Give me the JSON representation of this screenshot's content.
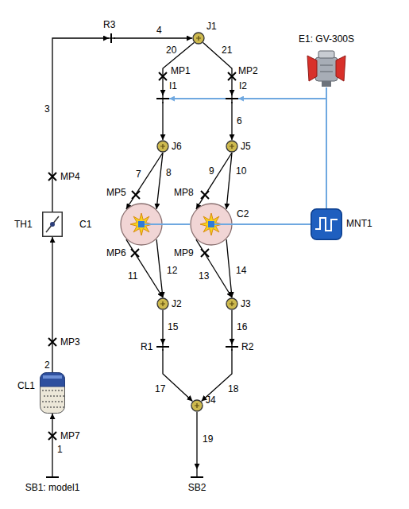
{
  "diagram": {
    "nodes": [
      {
        "text": [
          "SB1: model1"
        ]
      },
      {
        "text": [
          "CL1"
        ]
      },
      {
        "text": [
          "TH1"
        ]
      },
      {
        "text": [
          "R3"
        ]
      },
      {
        "text": [
          "J1"
        ]
      },
      {
        "text": [
          "I1"
        ]
      },
      {
        "text": [
          "I2"
        ]
      },
      {
        "text": [
          "J6"
        ]
      },
      {
        "text": [
          "J5"
        ]
      },
      {
        "text": [
          "C1"
        ]
      },
      {
        "text": [
          "C2"
        ]
      },
      {
        "text": [
          "J2"
        ]
      },
      {
        "text": [
          "J3"
        ]
      },
      {
        "text": [
          "R1"
        ]
      },
      {
        "text": [
          "R2"
        ]
      },
      {
        "text": [
          "J4"
        ]
      },
      {
        "text": [
          "SB2"
        ]
      },
      {
        "text": [
          "E1: GV-300S"
        ]
      },
      {
        "text": [
          "MNT1"
        ]
      }
    ],
    "edges": [
      {
        "from": 0,
        "to": 1,
        "arrow": "to",
        "label": "1"
      },
      {
        "from": 1,
        "to": 2,
        "arrow": "to",
        "label": "2"
      },
      {
        "from": 2,
        "to": 3,
        "arrow": "to",
        "label": "3"
      },
      {
        "from": 3,
        "to": 4,
        "arrow": "to",
        "label": "4"
      },
      {
        "from": 4,
        "to": 5,
        "arrow": "to",
        "label": "20"
      },
      {
        "from": 4,
        "to": 6,
        "arrow": "to",
        "label": "21"
      },
      {
        "from": 5,
        "to": 7,
        "arrow": "to"
      },
      {
        "from": 6,
        "to": 8,
        "arrow": "to",
        "label": "6"
      },
      {
        "from": 7,
        "to": 9,
        "arrow": "to",
        "label": "7"
      },
      {
        "from": 7,
        "to": 9,
        "arrow": "to",
        "label": "8"
      },
      {
        "from": 8,
        "to": 10,
        "arrow": "to",
        "label": "9"
      },
      {
        "from": 8,
        "to": 10,
        "arrow": "to",
        "label": "10"
      },
      {
        "from": 9,
        "to": 11,
        "arrow": "to",
        "label": "11"
      },
      {
        "from": 9,
        "to": 11,
        "arrow": "to",
        "label": "12"
      },
      {
        "from": 10,
        "to": 12,
        "arrow": "to",
        "label": "13"
      },
      {
        "from": 10,
        "to": 12,
        "arrow": "to",
        "label": "14"
      },
      {
        "from": 11,
        "to": 13,
        "arrow": "to",
        "label": "15"
      },
      {
        "from": 12,
        "to": 14,
        "arrow": "to",
        "label": "16"
      },
      {
        "from": 13,
        "to": 15,
        "arrow": "to",
        "label": "17"
      },
      {
        "from": 14,
        "to": 15,
        "arrow": "to",
        "label": "18"
      },
      {
        "from": 15,
        "to": 16,
        "arrow": "to",
        "label": "19"
      },
      {
        "from": 17,
        "to": 6,
        "arrow": "to"
      },
      {
        "from": 17,
        "to": 5,
        "arrow": "to"
      },
      {
        "from": 18,
        "to": 17,
        "arrow": "none"
      },
      {
        "from": 9,
        "to": 10,
        "arrow": "none"
      },
      {
        "from": 10,
        "to": 18,
        "arrow": "none"
      }
    ],
    "labels": [
      "MP1",
      "MP2",
      "MP4",
      "MP5",
      "MP8",
      "MP6",
      "MP9",
      "MP3",
      "MP7"
    ]
  }
}
